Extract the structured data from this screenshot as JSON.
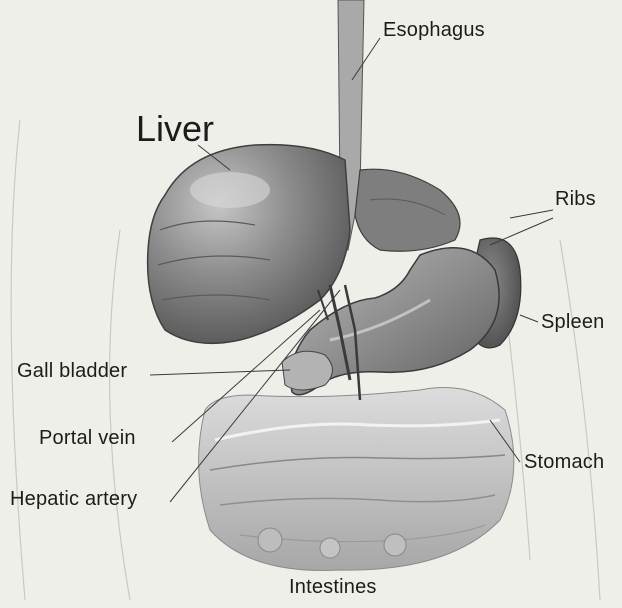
{
  "labels": {
    "esophagus": "Esophagus",
    "liver": "Liver",
    "ribs": "Ribs",
    "spleen": "Spleen",
    "gall_bladder": "Gall bladder",
    "portal_vein": "Portal vein",
    "stomach": "Stomach",
    "hepatic_artery": "Hepatic artery",
    "intestines": "Intestines"
  },
  "colors": {
    "background": "#efefea",
    "organ_dark": "#6e6e6e",
    "organ_mid": "#9a9a9a",
    "organ_light": "#c9c9c9",
    "line": "#3a3a3a"
  }
}
